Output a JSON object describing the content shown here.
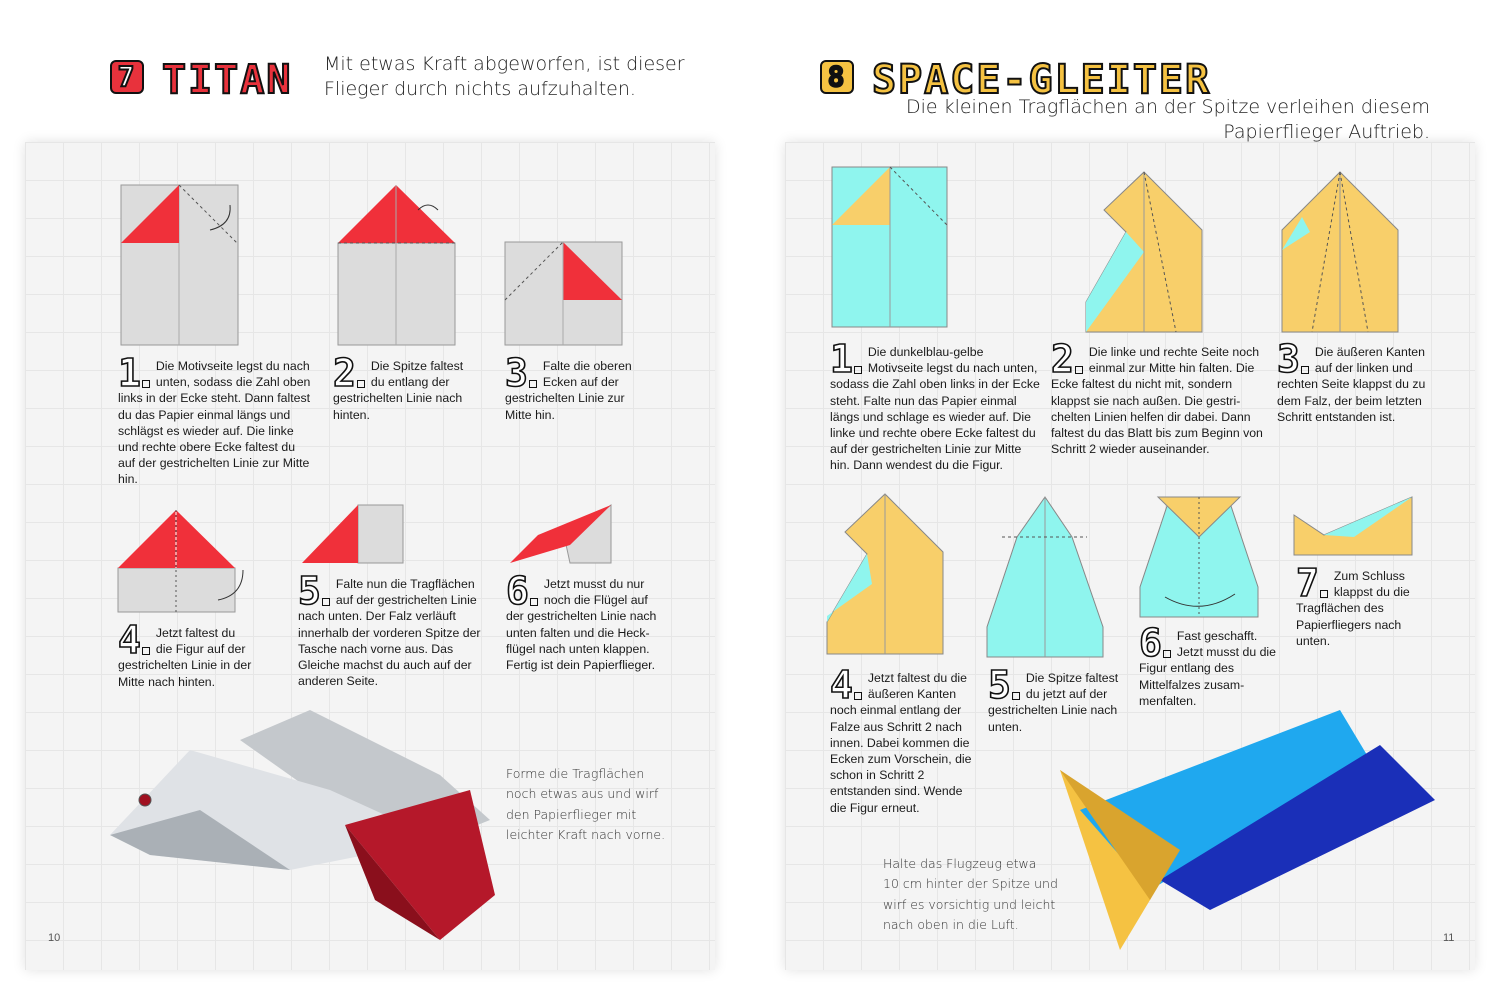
{
  "left": {
    "number": "7",
    "title": "TITAN",
    "accent": "#e8323c",
    "subtitle": [
      "Mit etwas Kraft abgeworfen, ist dieser",
      "Flieger durch nichts aufzuhalten."
    ],
    "steps": [
      {
        "n": "1",
        "text": "Die Motivseite legst du nach unten, sodass die Zahl oben links in der Ecke steht. Dann faltest du das Papier einmal längs und schlägst es wieder auf. Die linke und rechte obere Ecke faltest du auf der gestrichelten Linie zur Mitte hin."
      },
      {
        "n": "2",
        "text": "Die Spitze faltest du entlang der gestrichelten Linie nach hinten."
      },
      {
        "n": "3",
        "text": "Falte die oberen Ecken auf der gestrichelten Linie zur Mitte hin."
      },
      {
        "n": "4",
        "text": "Jetzt faltest du die Figur auf der gestrichelten Linie in der Mitte nach hinten."
      },
      {
        "n": "5",
        "text": "Falte nun die Tragflächen auf der gestrichelten Linie nach unten. Der Falz verläuft innerhalb der vorderen Spitze der Tasche nach vorne aus. Das Gleiche machst du auch auf der anderen Seite."
      },
      {
        "n": "6",
        "text": "Jetzt musst du nur noch die Flügel auf der gestrichelten Linie nach unten falten und die Heck­flügel nach unten klappen. Fertig ist dein Papierflieger."
      }
    ],
    "caption": [
      "Forme die Tragflächen",
      "noch etwas aus und wirf",
      "den Papierflieger mit",
      "leichter Kraft nach vorne."
    ],
    "page": "10"
  },
  "right": {
    "number": "8",
    "title": "SPACE-GLEITER",
    "accent": "#f5c242",
    "subtitle": [
      "Die kleinen Tragflächen an der Spitze verleihen diesem",
      "Papierflieger Auftrieb."
    ],
    "steps": [
      {
        "n": "1",
        "text": "Die dunkelblau-gelbe Motivseite legst du nach unten, sodass die Zahl oben links in der Ecke steht. Falte nun das Papier einmal längs und schlage es wieder auf. Die linke und rechte obere Ecke faltest du auf der gestrichelten Linie zur Mitte hin. Dann wendest du die Figur."
      },
      {
        "n": "2",
        "text": "Die linke und rechte Seite noch einmal zur Mitte hin falten. Die Ecke faltest du nicht mit, sondern klappst sie nach außen. Die gestri­chelten Linien helfen dir dabei. Dann faltest du das Blatt bis zum Beginn von Schritt 2 wieder auseinander."
      },
      {
        "n": "3",
        "text": "Die äußeren Kanten auf der linken und rechten Seite klappst du zu dem Falz, der beim letzten Schritt entstanden ist."
      },
      {
        "n": "4",
        "text": "Jetzt faltest du die äußeren Kanten noch einmal entlang der Falze aus Schritt 2 nach innen. Dabei kommen die Ecken zum Vorschein, die schon in Schritt 2 entstanden sind. Wende die Figur erneut."
      },
      {
        "n": "5",
        "text": "Die Spitze faltest du jetzt auf der gestrichelten Linie nach unten."
      },
      {
        "n": "6",
        "text": "Fast geschafft. Jetzt musst du die Figur entlang des Mittelfalzes zusam­menfalten."
      },
      {
        "n": "7",
        "text": "Zum Schluss klappst du die Tragflächen des Papierfliegers nach unten."
      }
    ],
    "caption": [
      "Halte das Flugzeug etwa",
      "10 cm hinter der Spitze und",
      "wirf es vorsichtig und leicht",
      "nach oben in die Luft."
    ],
    "page": "11"
  }
}
